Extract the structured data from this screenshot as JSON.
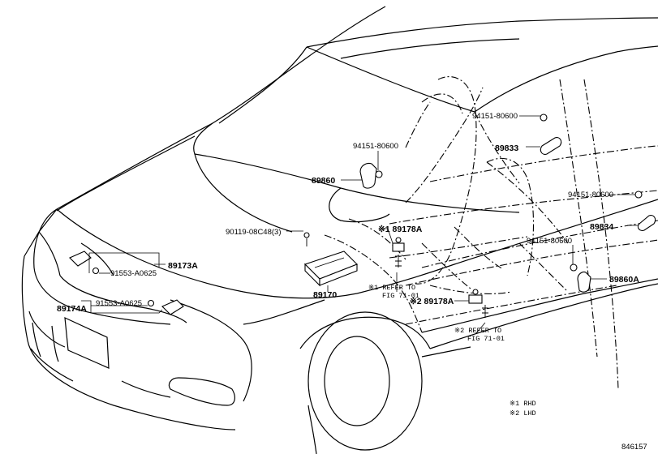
{
  "labels": {
    "p94151_top_right": "94151-80600",
    "p89833": "89833",
    "p94151_left": "94151-80600",
    "p89860": "89860",
    "p94151_right_mid": "94151-80600",
    "p89834": "89834",
    "p90119": "90119-08C48(3)",
    "p89178A_1": "※1 89178A",
    "p94151_lower": "94151-80600",
    "p89173A": "89173A",
    "p91553_1": "91553-A0625",
    "p89860A": "89860A",
    "p89170": "89170",
    "refer1_line1": "※1 REFER TO",
    "refer1_line2": "FIG 71-01",
    "p89178A_2": "※2 89178A",
    "p89174A": "89174A",
    "p91553_2": "91553-A0625",
    "refer2_line1": "※2 REFER TO",
    "refer2_line2": "FIG 71-01",
    "legend_rhd": "※1 RHD",
    "legend_lhd": "※2 LHD",
    "figure_number": "846157"
  }
}
